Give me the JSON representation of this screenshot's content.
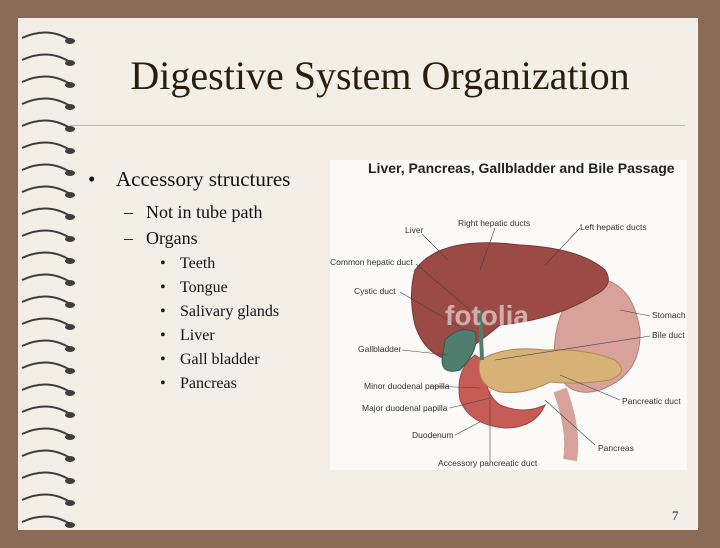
{
  "slide": {
    "title": "Digestive System Organization",
    "bullets": {
      "main": "Accessory structures",
      "sub": [
        "Not in tube path",
        "Organs"
      ],
      "organs": [
        "Teeth",
        "Tongue",
        "Salivary glands",
        "Liver",
        "Gall bladder",
        "Pancreas"
      ]
    },
    "page_number": "7"
  },
  "figure": {
    "title": "Liver, Pancreas, Gallbladder and Bile Passage",
    "watermark": "fotolia",
    "labels": {
      "liver": "Liver",
      "right_hepatic": "Right hepatic ducts",
      "left_hepatic": "Left hepatic ducts",
      "common_hepatic": "Common hepatic duct",
      "cystic": "Cystic duct",
      "stomach": "Stomach",
      "bile": "Bile duct",
      "gallbladder": "Gallbladder",
      "minor_papilla": "Minor duodenal papilla",
      "major_papilla": "Major duodenal papilla",
      "pancreatic_duct": "Pancreatic duct",
      "duodenum": "Duodenum",
      "pancreas": "Pancreas",
      "accessory_duct": "Accessory pancreatic duct"
    }
  },
  "colors": {
    "frame": "#8b6b58",
    "slide_bg": "#f3efe6",
    "title_text": "#2b1d0e",
    "liver": "#9c4a45",
    "gallbladder": "#4f7d6e",
    "pancreas": "#d8b177",
    "stomach": "#d8a19a"
  }
}
